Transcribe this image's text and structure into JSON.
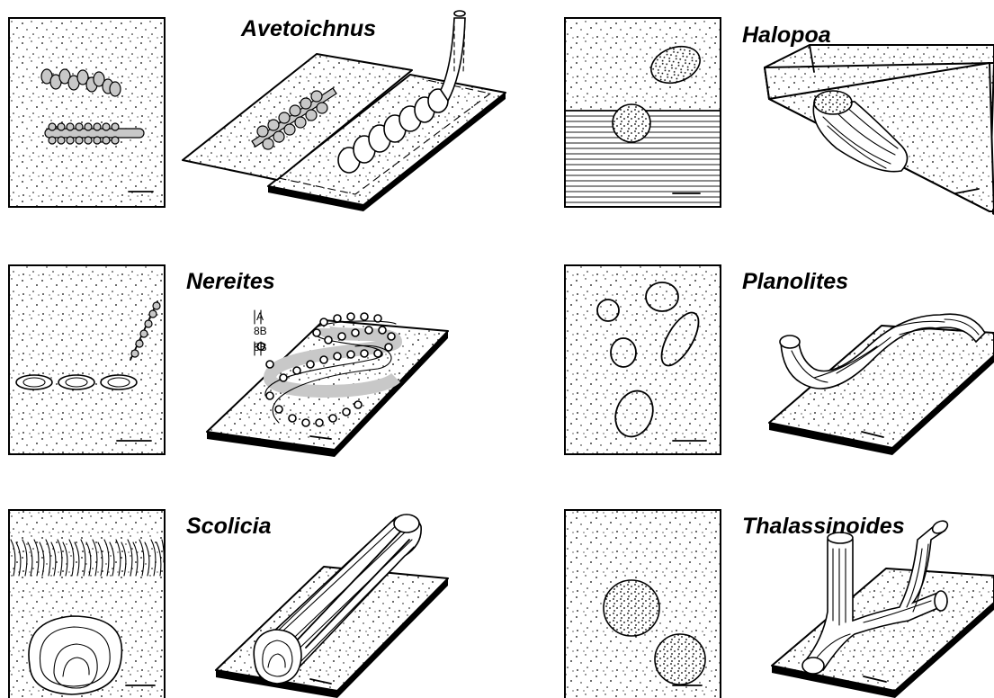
{
  "figure": {
    "labels": {
      "avetoichnus": "Avetoichnus",
      "halopoa": "Halopoa",
      "nereites": "Nereites",
      "planolites": "Planolites",
      "scolicia": "Scolicia",
      "thalassinoides": "Thalassinoides"
    }
  }
}
